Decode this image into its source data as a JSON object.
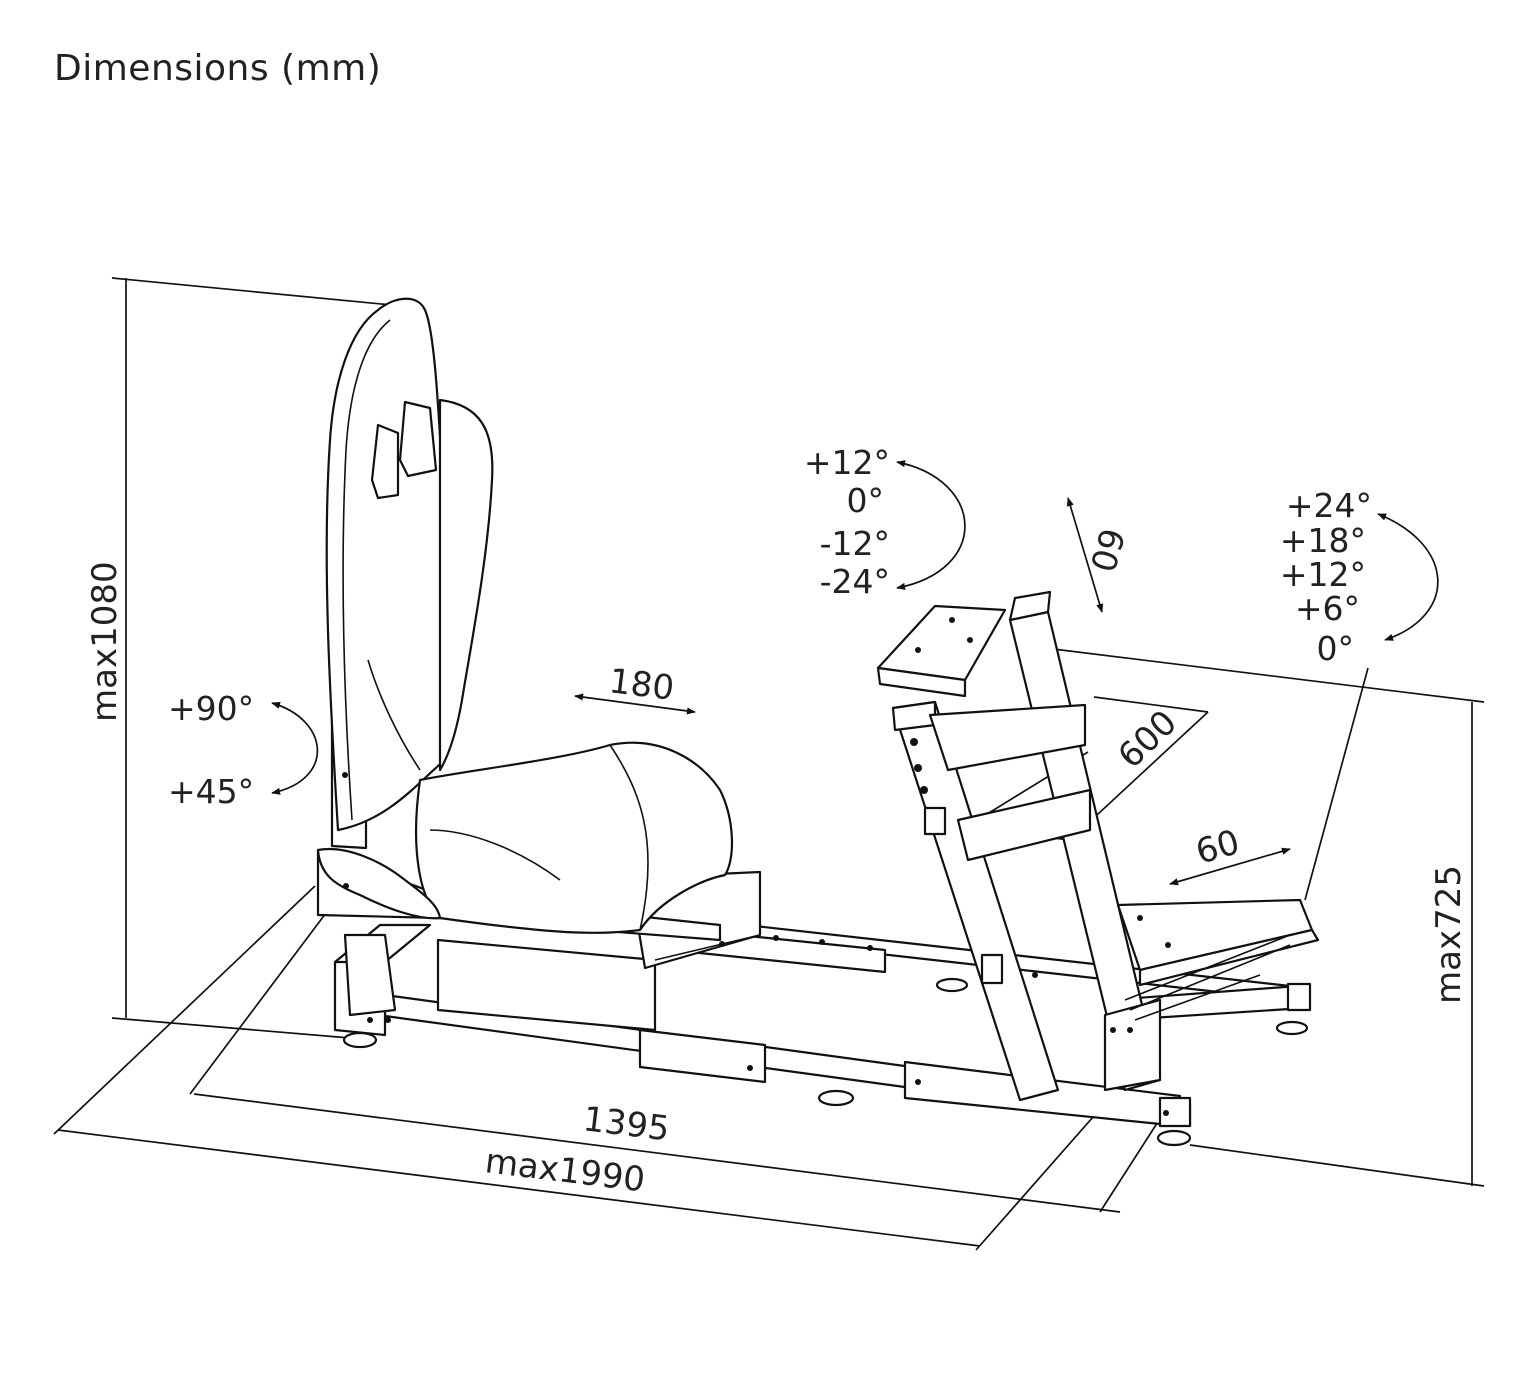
{
  "title": "Dimensions (mm)",
  "dimensions": {
    "height": "max1080",
    "seat_slide": "180",
    "wheel_slide": "60",
    "pedal_mount": "600",
    "pedal_slide": "60",
    "rail_length": "1395",
    "total_length": "max1990",
    "pedal_height": "max725"
  },
  "angles": {
    "backrest": [
      "+90°",
      "+45°"
    ],
    "wheel": [
      "+12°",
      "0°",
      "-12°",
      "-24°"
    ],
    "pedal": [
      "+24°",
      "+18°",
      "+12°",
      "+6°",
      "0°"
    ]
  },
  "icons": [
    "arrow-icon"
  ]
}
